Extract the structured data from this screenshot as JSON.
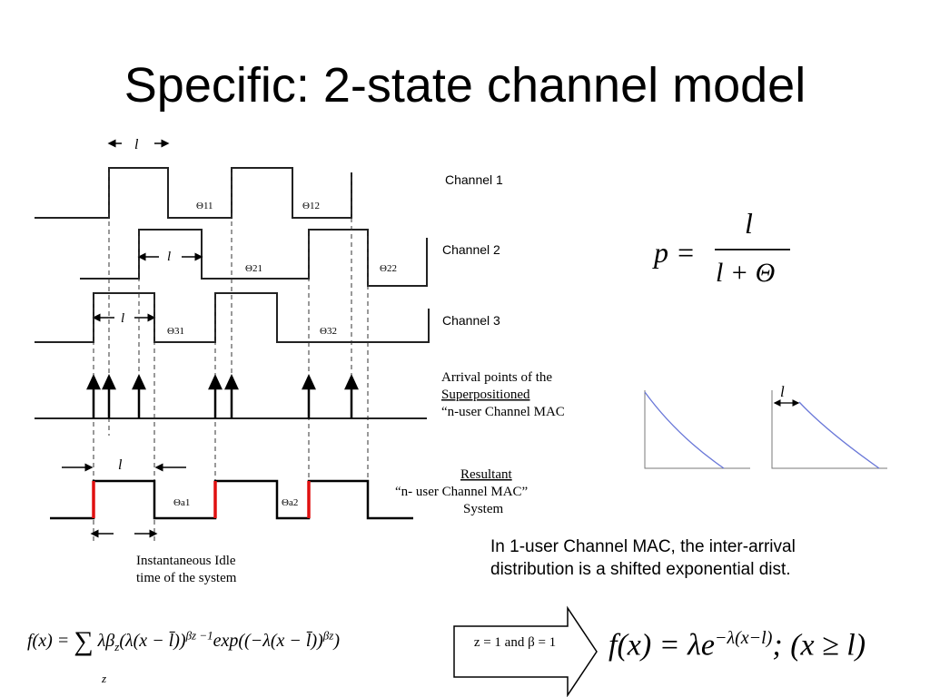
{
  "slide": {
    "title": "Specific: 2-state channel model"
  },
  "diagram": {
    "channel_labels": [
      "Channel 1",
      "Channel 2",
      "Channel 3"
    ],
    "arrival_label": [
      "Arrival points of the",
      "Superpositioned",
      "“n-user Channel MAC"
    ],
    "resultant_label": [
      "Resultant",
      "“n- user Channel MAC”",
      "System"
    ],
    "idle_label": [
      "Instantaneous Idle",
      "time of the system"
    ],
    "l_symbol": "l",
    "thetas": {
      "t11": "Θ11",
      "t12": "Θ12",
      "t21": "Θ21",
      "t22": "Θ22",
      "t31": "Θ31",
      "t32": "Θ32",
      "ta1": "Θa1",
      "ta2": "Θa2"
    }
  },
  "formula_p": {
    "lhs": "p =",
    "numerator": "l",
    "denominator": "l + Θ"
  },
  "decay_plots": {
    "l_symbol": "l"
  },
  "note": "In 1-user Channel MAC, the inter-arrival distribution is a shifted exponential dist.",
  "formula_fx": {
    "main": "f(x) = ",
    "sum": "∑",
    "body": "λβ",
    "sub_z": "z",
    "body2": "(λ(x − l̄))",
    "exp1": "βz −1",
    "body3": "exp((−λ(x − l̄))",
    "exp2": "βz",
    "close": ")",
    "sum_index": "z"
  },
  "condition": "z = 1 and β = 1",
  "formula_shifted": {
    "lhs": "f(x) = λe",
    "exponent": "−λ(x−l)",
    "rest": "; (x ≥ l)"
  },
  "colors": {
    "signal": "#222222",
    "red_edge": "#e01010",
    "curve": "#6a78d8",
    "axis": "#7a7a7a"
  }
}
